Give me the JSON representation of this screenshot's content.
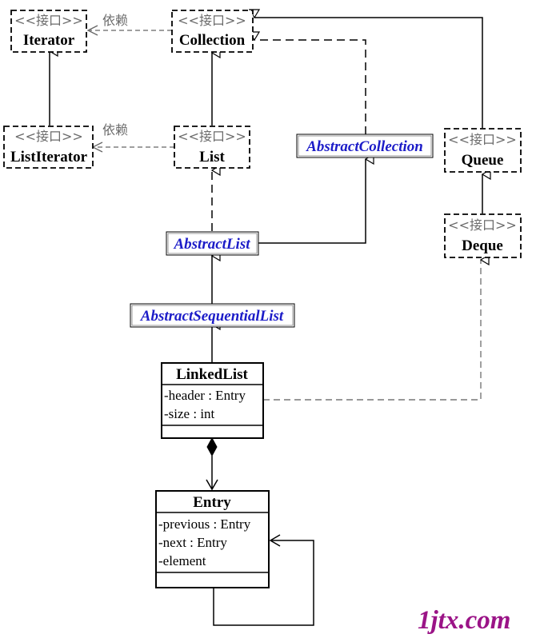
{
  "stereotype": "<<接口>>",
  "dependency_label": "依赖",
  "interfaces": {
    "iterator": "Iterator",
    "collection": "Collection",
    "list_iterator": "ListIterator",
    "list": "List",
    "queue": "Queue",
    "deque": "Deque"
  },
  "abstract_classes": {
    "abstract_collection": "AbstractCollection",
    "abstract_list": "AbstractList",
    "abstract_sequential_list": "AbstractSequentialList"
  },
  "linked_list": {
    "name": "LinkedList",
    "attributes": [
      "-header : Entry",
      "-size : int"
    ]
  },
  "entry": {
    "name": "Entry",
    "attributes": [
      "-previous : Entry",
      "-next : Entry",
      "-element"
    ]
  },
  "watermark": "1jtx.com"
}
